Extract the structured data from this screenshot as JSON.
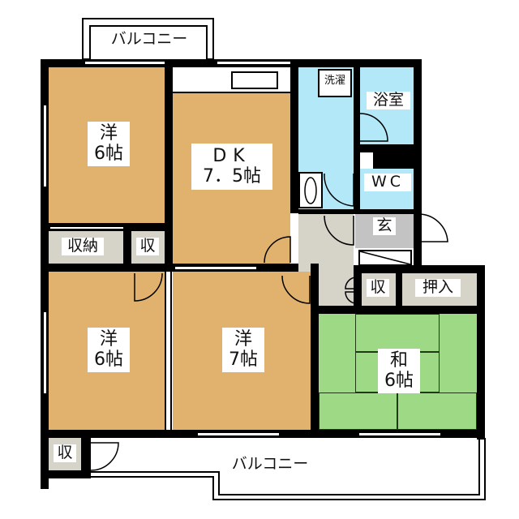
{
  "floorplan": {
    "balcony_top": {
      "label": "バルコニー"
    },
    "balcony_bottom": {
      "label": "バルコニー"
    },
    "rooms": {
      "western_nw": {
        "type": "洋",
        "size": "6帖"
      },
      "dk": {
        "type": "DK",
        "size": "7．5帖"
      },
      "western_sw": {
        "type": "洋",
        "size": "6帖"
      },
      "western_s": {
        "type": "洋",
        "size": "7帖"
      },
      "japanese": {
        "type": "和",
        "size": "6帖"
      },
      "bath": {
        "label": "浴室"
      },
      "laundry": {
        "label": "洗濯"
      },
      "wc": {
        "label": "WC"
      },
      "entrance": {
        "label": "玄"
      },
      "storage_closet": {
        "label": "収納"
      },
      "storage_small_1": {
        "label": "収"
      },
      "storage_small_2": {
        "label": "収"
      },
      "storage_small_3": {
        "label": "収"
      },
      "oshiire": {
        "label": "押入"
      }
    },
    "colors": {
      "western_floor": "#e0b26d",
      "wet_area": "#b3e8f8",
      "tatami": "#9ed985",
      "storage": "#d6d3c8",
      "genkan": "#c3c3c3",
      "wall": "#000000"
    }
  }
}
